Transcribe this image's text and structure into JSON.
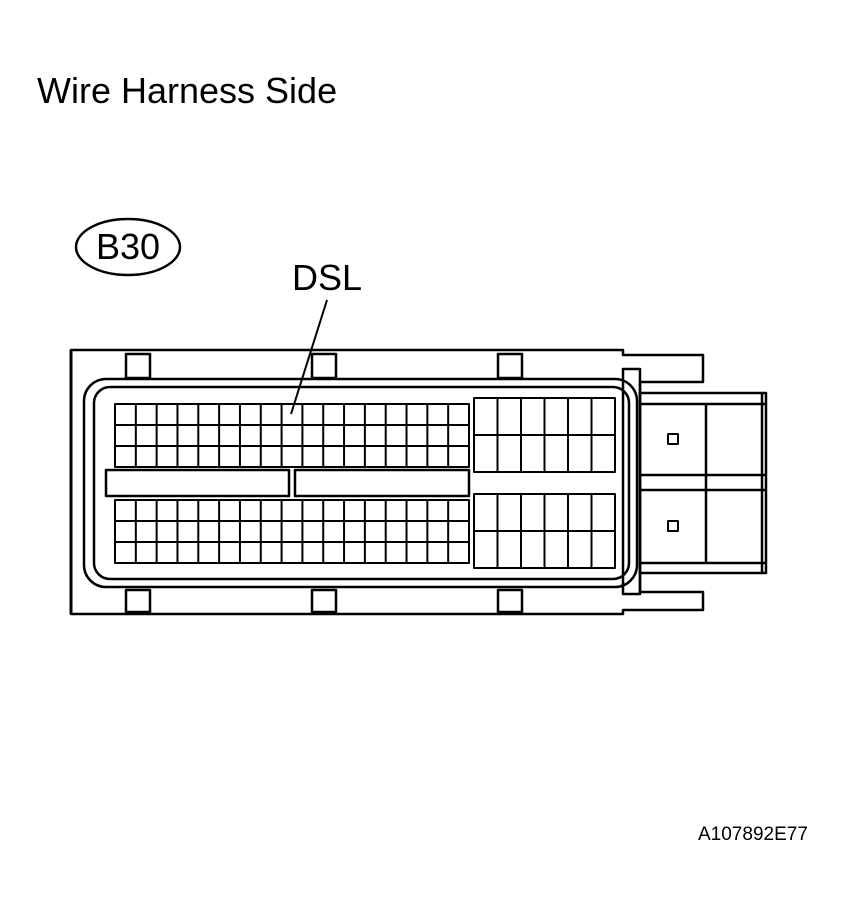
{
  "title": "Wire Harness Side",
  "connector": {
    "code": "B30",
    "terminal_label": "DSL"
  },
  "figure_id": "A107892E77"
}
